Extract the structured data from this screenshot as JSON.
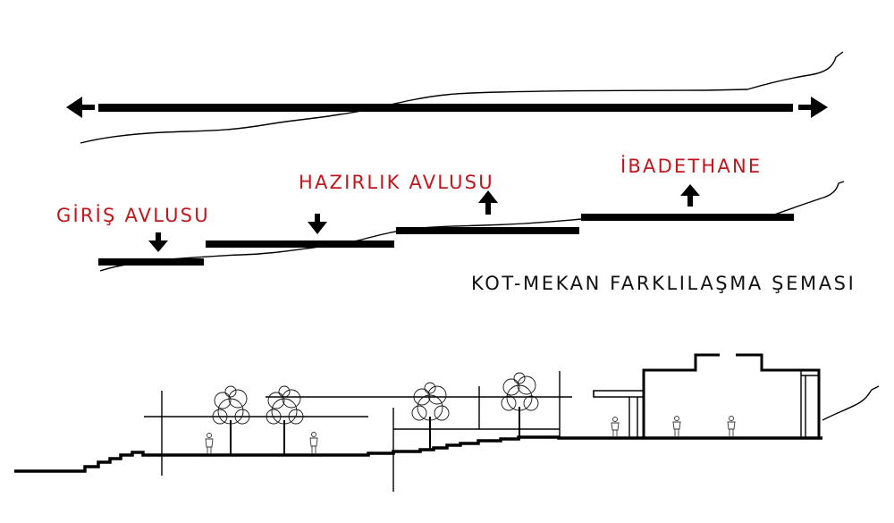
{
  "diagram": {
    "title": "KOT-MEKAN FARKLILAŞMA ŞEMASI",
    "labels": {
      "entrance_courtyard": "GİRİŞ AVLUSU",
      "preparation_courtyard": "HAZIRLIK AVLUSU",
      "prayer_hall": "İBADETHANE"
    },
    "colors": {
      "label_red": "#c0161c",
      "line_black": "#000000",
      "background": "#ffffff"
    },
    "icons": [
      "arrow-left-icon",
      "arrow-right-icon",
      "arrow-down-icon",
      "arrow-up-icon",
      "tree-icon",
      "human-figure-icon"
    ]
  }
}
